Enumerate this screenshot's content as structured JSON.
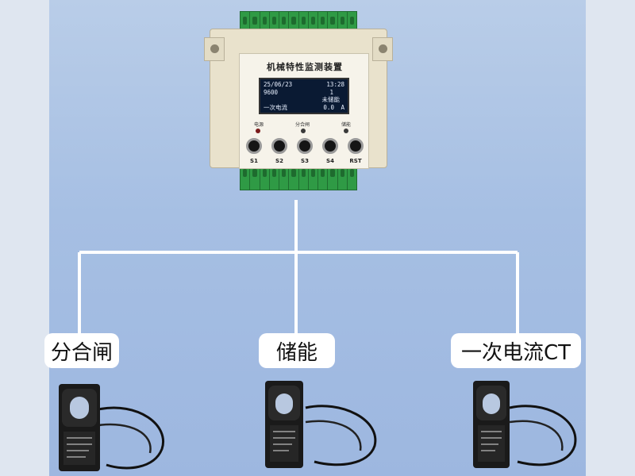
{
  "device": {
    "title": "机械特性监测装置",
    "lcd": {
      "date": "25/06/23",
      "time": "13:28",
      "baud": "9600",
      "addr": "1",
      "status": "未储能",
      "measure_label": "一次电流",
      "measure_value": "0.0",
      "measure_unit": "A"
    },
    "leds": [
      {
        "label": "电源"
      },
      {
        "label": "分合闸"
      },
      {
        "label": "储能"
      }
    ],
    "buttons": [
      "S1",
      "S2",
      "S3",
      "S4",
      "RST"
    ]
  },
  "sensors": [
    {
      "label": "分合闸"
    },
    {
      "label": "储能"
    },
    {
      "label": "一次电流CT"
    }
  ],
  "colors": {
    "background": "#a6bfe3",
    "terminal": "#2f9a45",
    "lcd": "#0a1a33",
    "line": "#ffffff"
  }
}
